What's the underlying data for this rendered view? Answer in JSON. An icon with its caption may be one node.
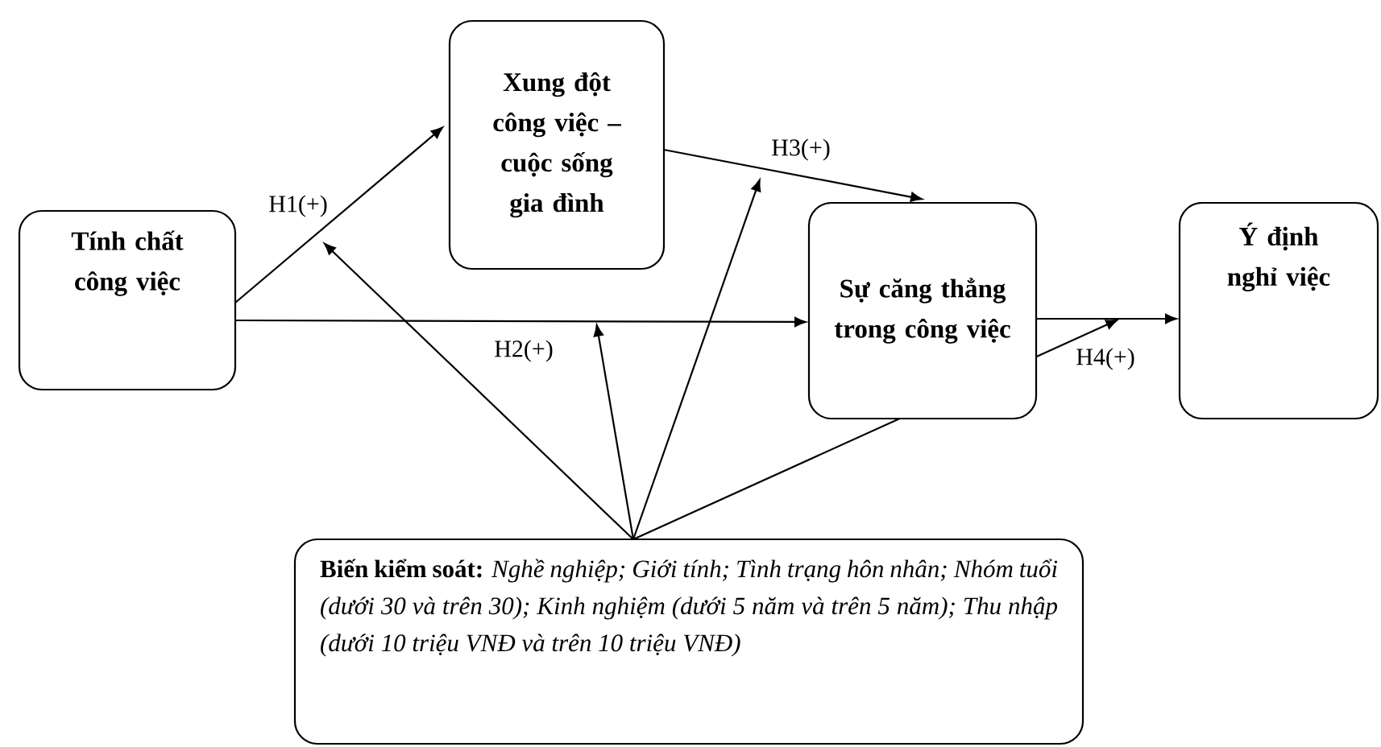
{
  "diagram": {
    "nodes": [
      {
        "text": [
          "Tính chất công việc"
        ]
      },
      {
        "text": [
          "Xung đột công việc – cuộc sống gia đình"
        ]
      },
      {
        "text": [
          "Sự căng thẳng trong công việc"
        ]
      },
      {
        "text": [
          "Ý định nghỉ việc"
        ]
      },
      {
        "text": [
          "**Biến kiểm soát:** *Nghề nghiệp; Giới tính; Tình trạng hôn nhân; Nhóm tuổi (dưới 30 và trên 30); Kinh nghiệm (dưới 5 năm và trên 5 năm); Thu nhập (dưới 10 triệu VNĐ và trên 10 triệu VNĐ)*"
        ]
      }
    ],
    "edges": [
      {
        "from": 0,
        "to": 1,
        "arrow": "to",
        "label": "H1(+)"
      },
      {
        "from": 0,
        "to": 2,
        "arrow": "to",
        "label": "H2(+)"
      },
      {
        "from": 1,
        "to": 2,
        "arrow": "to",
        "label": "H3(+)"
      },
      {
        "from": 2,
        "to": 3,
        "arrow": "to",
        "label": "H4(+)"
      },
      {
        "from": 4,
        "to": null,
        "arrow": "to"
      },
      {
        "from": 4,
        "to": null,
        "arrow": "to"
      },
      {
        "from": 4,
        "to": null,
        "arrow": "to"
      },
      {
        "from": 4,
        "to": null,
        "arrow": "to"
      }
    ]
  }
}
